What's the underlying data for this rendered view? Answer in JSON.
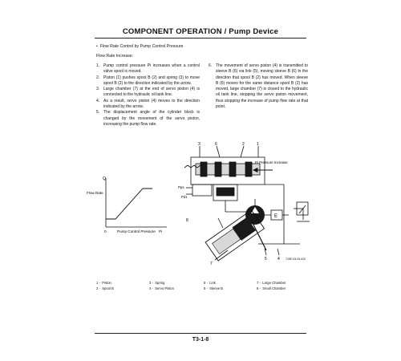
{
  "page_title": "COMPONENT OPERATION / Pump Device",
  "bullet": "Flow Rate Control by Pump Control Pressure",
  "subheading": "Flow Rate Increase:",
  "steps_left": [
    {
      "n": "1.",
      "text": "Pump control pressure Pi increases when a control valve spool is moved."
    },
    {
      "n": "2.",
      "text": "Piston (1) pushes spool B (2) and spring (3) to move spool B (2) to the direction indicated by the arrow."
    },
    {
      "n": "3.",
      "text": "Large chamber (7) at the end of servo piston (4) is connected to the hydraulic oil tank line."
    },
    {
      "n": "4.",
      "text": "As a result, servo piston (4) moves to the direction indicated by the arrow."
    },
    {
      "n": "5.",
      "text": "The displacement angle of the cylinder block is changed by the movement of the servo piston, increasing the pump flow rate."
    }
  ],
  "steps_right": [
    {
      "n": "6.",
      "text": "The movement of servo piston (4) is transmitted to sleeve B (6) via link (5), moving sleeve B (6) in the direction that spool B (2) has moved. When sleeve B (6) moves for the same distance spool B (2) has moved, large chamber (7) is closed to the hydraulic oil tank line, stopping the servo piston movement, thus stopping the increase of pump flow rate at that point."
    }
  ],
  "graph": {
    "y_label": "Flow Rate",
    "q_label": "Q",
    "origin": "0",
    "x_label": "Pump Control Pressure",
    "x_end": "Pi"
  },
  "diagram": {
    "callouts_top": [
      "3",
      "6",
      "2",
      "1"
    ],
    "pressure_label": "Pi Pressure Increase",
    "pps_label": "Pps",
    "pd1_label": "Pd1",
    "callout_8": "8",
    "callout_7": "7",
    "callout_5": "5",
    "callout_4": "4",
    "component_e": "E",
    "figure_code": "T1SF-03-03-020"
  },
  "legend": [
    {
      "n": "1 -",
      "label": "Piston"
    },
    {
      "n": "2 -",
      "label": "Spool B"
    },
    {
      "n": "3 -",
      "label": "Spring"
    },
    {
      "n": "4 -",
      "label": "Servo Piston"
    },
    {
      "n": "5 -",
      "label": "Link"
    },
    {
      "n": "6 -",
      "label": "Sleeve B"
    },
    {
      "n": "7 -",
      "label": "Large Chamber"
    },
    {
      "n": "8 -",
      "label": "Small Chamber"
    }
  ],
  "page_number": "T3-1-8"
}
